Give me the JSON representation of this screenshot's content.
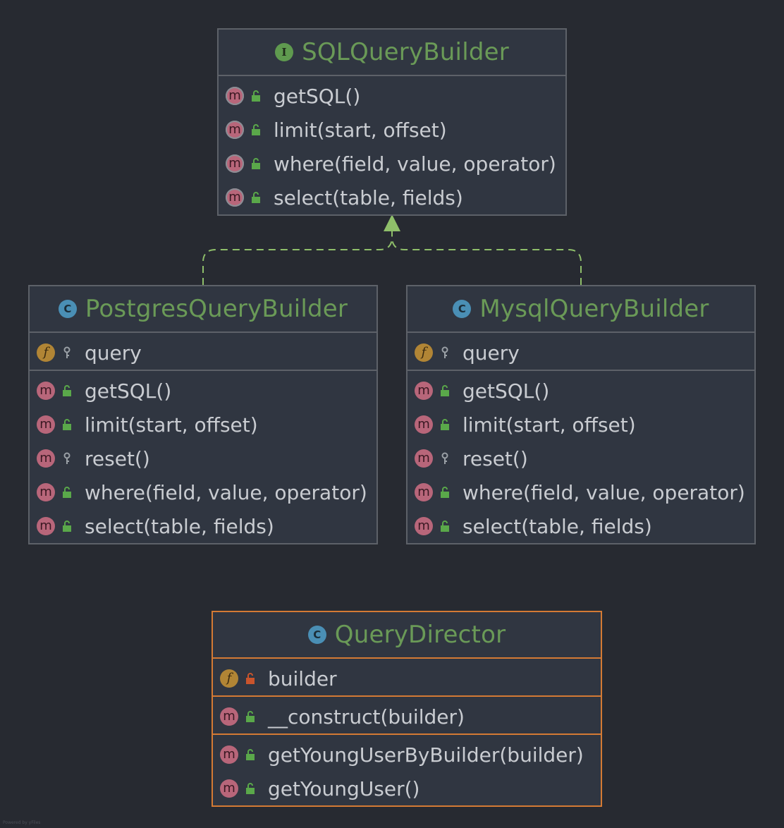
{
  "diagram": {
    "nodes": [
      {
        "id": "sqlquerybuilder",
        "kind": "interface",
        "kind_glyph": "I",
        "name": "SQLQueryBuilder",
        "sections": [
          [
            {
              "kind": "abstract-method",
              "visibility": "public",
              "text": "getSQL()"
            },
            {
              "kind": "abstract-method",
              "visibility": "public",
              "text": "limit(start, offset)"
            },
            {
              "kind": "abstract-method",
              "visibility": "public",
              "text": "where(field, value, operator)"
            },
            {
              "kind": "abstract-method",
              "visibility": "public",
              "text": "select(table, fields)"
            }
          ]
        ]
      },
      {
        "id": "postgresquerybuilder",
        "kind": "class",
        "kind_glyph": "C",
        "name": "PostgresQueryBuilder",
        "sections": [
          [
            {
              "kind": "field",
              "visibility": "protected",
              "text": "query"
            }
          ],
          [
            {
              "kind": "method",
              "visibility": "public",
              "text": "getSQL()"
            },
            {
              "kind": "method",
              "visibility": "public",
              "text": "limit(start, offset)"
            },
            {
              "kind": "method",
              "visibility": "protected",
              "text": "reset()"
            },
            {
              "kind": "method",
              "visibility": "public",
              "text": "where(field, value, operator)"
            },
            {
              "kind": "method",
              "visibility": "public",
              "text": "select(table, fields)"
            }
          ]
        ]
      },
      {
        "id": "mysqlquerybuilder",
        "kind": "class",
        "kind_glyph": "C",
        "name": "MysqlQueryBuilder",
        "sections": [
          [
            {
              "kind": "field",
              "visibility": "protected",
              "text": "query"
            }
          ],
          [
            {
              "kind": "method",
              "visibility": "public",
              "text": "getSQL()"
            },
            {
              "kind": "method",
              "visibility": "public",
              "text": "limit(start, offset)"
            },
            {
              "kind": "method",
              "visibility": "protected",
              "text": "reset()"
            },
            {
              "kind": "method",
              "visibility": "public",
              "text": "where(field, value, operator)"
            },
            {
              "kind": "method",
              "visibility": "public",
              "text": "select(table, fields)"
            }
          ]
        ]
      },
      {
        "id": "querydirector",
        "kind": "class",
        "kind_glyph": "C",
        "name": "QueryDirector",
        "selected": true,
        "sections": [
          [
            {
              "kind": "field",
              "visibility": "private",
              "text": "builder"
            }
          ],
          [
            {
              "kind": "method",
              "visibility": "public",
              "text": "__construct(builder)"
            }
          ],
          [
            {
              "kind": "method",
              "visibility": "public",
              "text": "getYoungUserByBuilder(builder)"
            },
            {
              "kind": "method",
              "visibility": "public",
              "text": "getYoungUser()"
            }
          ]
        ]
      }
    ],
    "edges": [
      {
        "type": "realization",
        "from": "postgresquerybuilder",
        "to": "sqlquerybuilder"
      },
      {
        "type": "realization",
        "from": "mysqlquerybuilder",
        "to": "sqlquerybuilder"
      }
    ],
    "colors": {
      "background": "#272a31",
      "node_fill": "#303641",
      "node_border": "#5d6168",
      "selected_border": "#d47a34",
      "name_text": "#6a9a57",
      "member_text": "#c9ccd1",
      "edge": "#8fbf6a"
    },
    "watermark": "Powered by yFiles"
  }
}
